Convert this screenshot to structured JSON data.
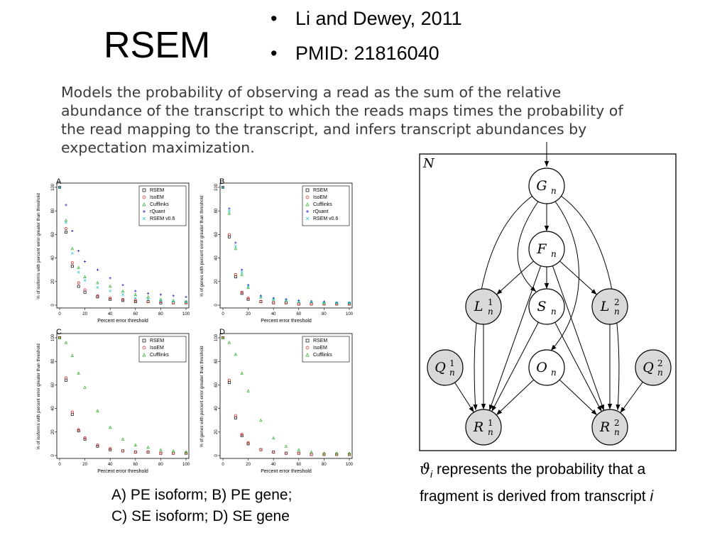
{
  "slide": {
    "title": "RSEM",
    "bullets": [
      "Li and Dewey, 2011",
      "PMID: 21816040"
    ],
    "description": "Models the probability of observing a read as the sum of the relative abundance of the transcript to which the reads maps times the probability of the read mapping to the transcript, and infers transcript abundances by expectation maximization.",
    "caption_line1": "A) PE isoform; B) PE gene;",
    "caption_line2": "C) SE isoform; D) SE gene",
    "theta_symbol": "ϑ",
    "theta_subscript": "i",
    "theta_text": " represents the probability that a fragment is derived from transcript ",
    "theta_italic_end": "i"
  },
  "chart_data": [
    {
      "panel": "A",
      "type": "scatter",
      "xlabel": "Percent error threshold",
      "ylabel": "% of isoforms with percent error greater than threshold",
      "xlim": [
        0,
        100
      ],
      "ylim": [
        0,
        100
      ],
      "x_ticks": [
        0,
        20,
        40,
        60,
        80,
        100
      ],
      "y_ticks": [
        0,
        20,
        40,
        60,
        80,
        100
      ],
      "x": [
        0,
        5,
        10,
        15,
        20,
        30,
        40,
        50,
        60,
        70,
        80,
        90,
        100
      ],
      "series": [
        {
          "name": "RSEM",
          "values": [
            100,
            62,
            33,
            16,
            11,
            7,
            5,
            4,
            3,
            3,
            2,
            2,
            2
          ]
        },
        {
          "name": "IsoEM",
          "values": [
            100,
            65,
            36,
            19,
            13,
            8,
            6,
            5,
            4,
            3,
            3,
            2,
            2
          ]
        },
        {
          "name": "Cufflinks",
          "values": [
            100,
            72,
            48,
            32,
            24,
            19,
            16,
            12,
            9,
            7,
            5,
            4,
            3
          ]
        },
        {
          "name": "rQuant",
          "values": [
            100,
            85,
            63,
            46,
            37,
            30,
            23,
            17,
            12,
            10,
            9,
            8,
            7
          ]
        },
        {
          "name": "RSEM v0.6",
          "values": [
            100,
            70,
            44,
            28,
            21,
            15,
            12,
            9,
            6,
            5,
            4,
            3,
            3
          ]
        }
      ]
    },
    {
      "panel": "B",
      "type": "scatter",
      "xlabel": "Percent error threshold",
      "ylabel": "% of genes with percent error greater than threshold",
      "xlim": [
        0,
        100
      ],
      "ylim": [
        0,
        100
      ],
      "x_ticks": [
        0,
        20,
        40,
        60,
        80,
        100
      ],
      "y_ticks": [
        0,
        20,
        40,
        60,
        80,
        100
      ],
      "x": [
        0,
        5,
        10,
        15,
        20,
        30,
        40,
        50,
        60,
        70,
        80,
        90,
        100
      ],
      "series": [
        {
          "name": "RSEM",
          "values": [
            100,
            58,
            24,
            10,
            5,
            3,
            2,
            2,
            1,
            1,
            1,
            1,
            1
          ]
        },
        {
          "name": "IsoEM",
          "values": [
            100,
            60,
            26,
            11,
            6,
            3,
            2,
            2,
            1,
            1,
            1,
            1,
            1
          ]
        },
        {
          "name": "Cufflinks",
          "values": [
            100,
            78,
            48,
            26,
            15,
            7,
            5,
            4,
            3,
            3,
            2,
            2,
            2
          ]
        },
        {
          "name": "rQuant",
          "values": [
            100,
            82,
            53,
            30,
            17,
            8,
            6,
            5,
            4,
            3,
            3,
            2,
            2
          ]
        },
        {
          "name": "RSEM v0.6",
          "values": [
            100,
            80,
            50,
            28,
            16,
            7,
            5,
            4,
            3,
            3,
            2,
            2,
            2
          ]
        }
      ]
    },
    {
      "panel": "C",
      "type": "scatter",
      "xlabel": "Percent error threshold",
      "ylabel": "% of isoforms with percent error greater than threshold",
      "xlim": [
        0,
        100
      ],
      "ylim": [
        0,
        100
      ],
      "x_ticks": [
        0,
        20,
        40,
        60,
        80,
        100
      ],
      "y_ticks": [
        0,
        20,
        40,
        60,
        80,
        100
      ],
      "x": [
        0,
        5,
        10,
        15,
        20,
        30,
        40,
        50,
        60,
        70,
        80,
        90,
        100
      ],
      "series": [
        {
          "name": "RSEM",
          "values": [
            100,
            64,
            35,
            21,
            14,
            8,
            5,
            4,
            3,
            3,
            2,
            2,
            2
          ]
        },
        {
          "name": "IsoEM",
          "values": [
            100,
            66,
            37,
            22,
            15,
            9,
            6,
            4,
            3,
            3,
            2,
            2,
            2
          ]
        },
        {
          "name": "Cufflinks",
          "values": [
            100,
            96,
            85,
            70,
            58,
            38,
            24,
            14,
            9,
            7,
            5,
            4,
            3
          ]
        }
      ]
    },
    {
      "panel": "D",
      "type": "scatter",
      "xlabel": "Percent error threshold",
      "ylabel": "% of genes with percent error greater than threshold",
      "xlim": [
        0,
        100
      ],
      "ylim": [
        0,
        100
      ],
      "x_ticks": [
        0,
        20,
        40,
        60,
        80,
        100
      ],
      "y_ticks": [
        0,
        20,
        40,
        60,
        80,
        100
      ],
      "x": [
        0,
        5,
        10,
        15,
        20,
        30,
        40,
        50,
        60,
        70,
        80,
        90,
        100
      ],
      "series": [
        {
          "name": "RSEM",
          "values": [
            100,
            62,
            32,
            17,
            10,
            5,
            3,
            2,
            2,
            1,
            1,
            1,
            1
          ]
        },
        {
          "name": "IsoEM",
          "values": [
            100,
            64,
            34,
            18,
            11,
            5,
            3,
            2,
            2,
            1,
            1,
            1,
            1
          ]
        },
        {
          "name": "Cufflinks",
          "values": [
            100,
            96,
            86,
            70,
            55,
            30,
            15,
            8,
            5,
            3,
            2,
            2,
            2
          ]
        }
      ]
    }
  ],
  "series_colors": {
    "RSEM": "#000000",
    "IsoEM": "#d62020",
    "Cufflinks": "#22b022",
    "rQuant": "#2222cc",
    "RSEM v0.6": "#33cccc"
  },
  "legend_markers": {
    "RSEM": "square",
    "IsoEM": "circle",
    "Cufflinks": "triangle",
    "rQuant": "plus",
    "RSEM v0.6": "cross"
  },
  "diagram": {
    "plate_label": "N",
    "nodes": [
      {
        "id": "G",
        "label": "G",
        "sub": "n",
        "sup": "",
        "shaded": false
      },
      {
        "id": "F",
        "label": "F",
        "sub": "n",
        "sup": "",
        "shaded": false
      },
      {
        "id": "L1",
        "label": "L",
        "sub": "n",
        "sup": "1",
        "shaded": true
      },
      {
        "id": "S",
        "label": "S",
        "sub": "n",
        "sup": "",
        "shaded": false
      },
      {
        "id": "L2",
        "label": "L",
        "sub": "n",
        "sup": "2",
        "shaded": true
      },
      {
        "id": "Q1",
        "label": "Q",
        "sub": "n",
        "sup": "1",
        "shaded": true
      },
      {
        "id": "O",
        "label": "O",
        "sub": "n",
        "sup": "",
        "shaded": false
      },
      {
        "id": "Q2",
        "label": "Q",
        "sub": "n",
        "sup": "2",
        "shaded": true
      },
      {
        "id": "R1",
        "label": "R",
        "sub": "n",
        "sup": "1",
        "shaded": true
      },
      {
        "id": "R2",
        "label": "R",
        "sub": "n",
        "sup": "2",
        "shaded": true
      }
    ]
  }
}
